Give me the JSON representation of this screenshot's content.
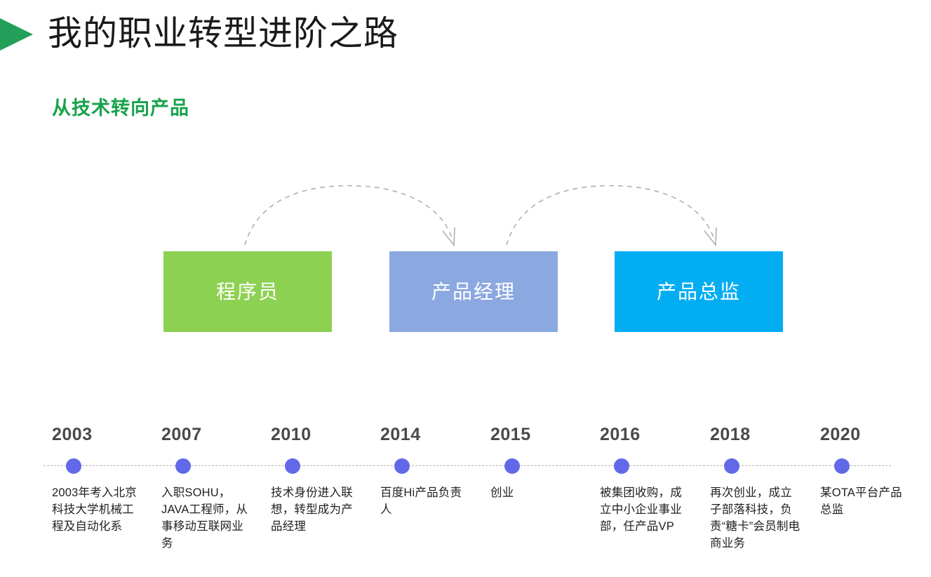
{
  "header": {
    "marker_icon": "green-triangle-bullet-icon",
    "title": "我的职业转型进阶之路",
    "subtitle": "从技术转向产品",
    "subtitle_color": "#17a24a",
    "marker_color": "#22a05a"
  },
  "stages": [
    {
      "label": "程序员",
      "color": "#8dd152",
      "icon": "stage-box-icon"
    },
    {
      "label": "产品经理",
      "color": "#8ba8e0",
      "icon": "stage-box-icon"
    },
    {
      "label": "产品总监",
      "color": "#03adf2",
      "icon": "stage-box-icon"
    }
  ],
  "arrows": [
    {
      "name": "arrow-programmer-to-product-manager",
      "from": "程序员",
      "to": "产品经理",
      "style": "dashed-curved",
      "color": "#b0b0b0"
    },
    {
      "name": "arrow-product-manager-to-product-director",
      "from": "产品经理",
      "to": "产品总监",
      "style": "dashed-curved",
      "color": "#b0b0b0"
    }
  ],
  "timeline": {
    "axis_style": "dashed",
    "axis_color": "#b4b4b4",
    "dot_color": "#6169e8",
    "year_color": "#494949",
    "items": [
      {
        "year": "2003",
        "desc": "2003年考入北京科技大学机械工程及自动化系"
      },
      {
        "year": "2007",
        "desc": "入职SOHU，JAVA工程师，从事移动互联网业务"
      },
      {
        "year": "2010",
        "desc": "技术身份进入联想，转型成为产品经理"
      },
      {
        "year": "2014",
        "desc": "百度Hi产品负责人"
      },
      {
        "year": "2015",
        "desc": "创业"
      },
      {
        "year": "2016",
        "desc": "被集团收购，成立中小企业事业部，任产品VP"
      },
      {
        "year": "2018",
        "desc": "再次创业，成立子部落科技，负责“糖卡”会员制电商业务"
      },
      {
        "year": "2020",
        "desc": "某OTA平台产品总监"
      }
    ]
  }
}
